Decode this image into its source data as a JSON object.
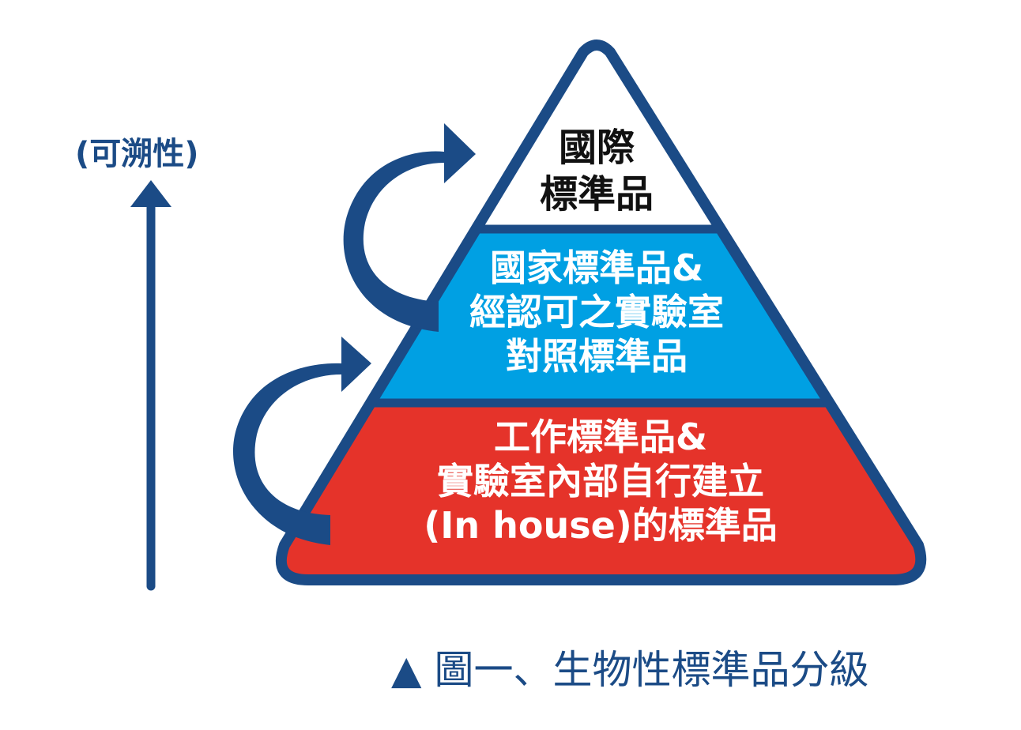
{
  "axis": {
    "label": "(可溯性)"
  },
  "pyramid": {
    "tiers": [
      {
        "name": "top",
        "lines": [
          "國際",
          "標準品"
        ],
        "fill": "#ffffff",
        "text_color": "#111111"
      },
      {
        "name": "middle",
        "lines": [
          "國家標準品&",
          "經認可之實驗室",
          "對照標準品"
        ],
        "fill": "#00a0e3",
        "text_color": "#ffffff"
      },
      {
        "name": "bottom",
        "lines": [
          "工作標準品&",
          "實驗室內部自行建立",
          "(In house)的標準品"
        ],
        "fill": "#e5332a",
        "text_color": "#ffffff"
      }
    ],
    "border_color": "#1b4b86"
  },
  "caption": {
    "marker": "▲",
    "text": "圖一、生物性標準品分級"
  },
  "colors": {
    "accent": "#1b4b86"
  }
}
